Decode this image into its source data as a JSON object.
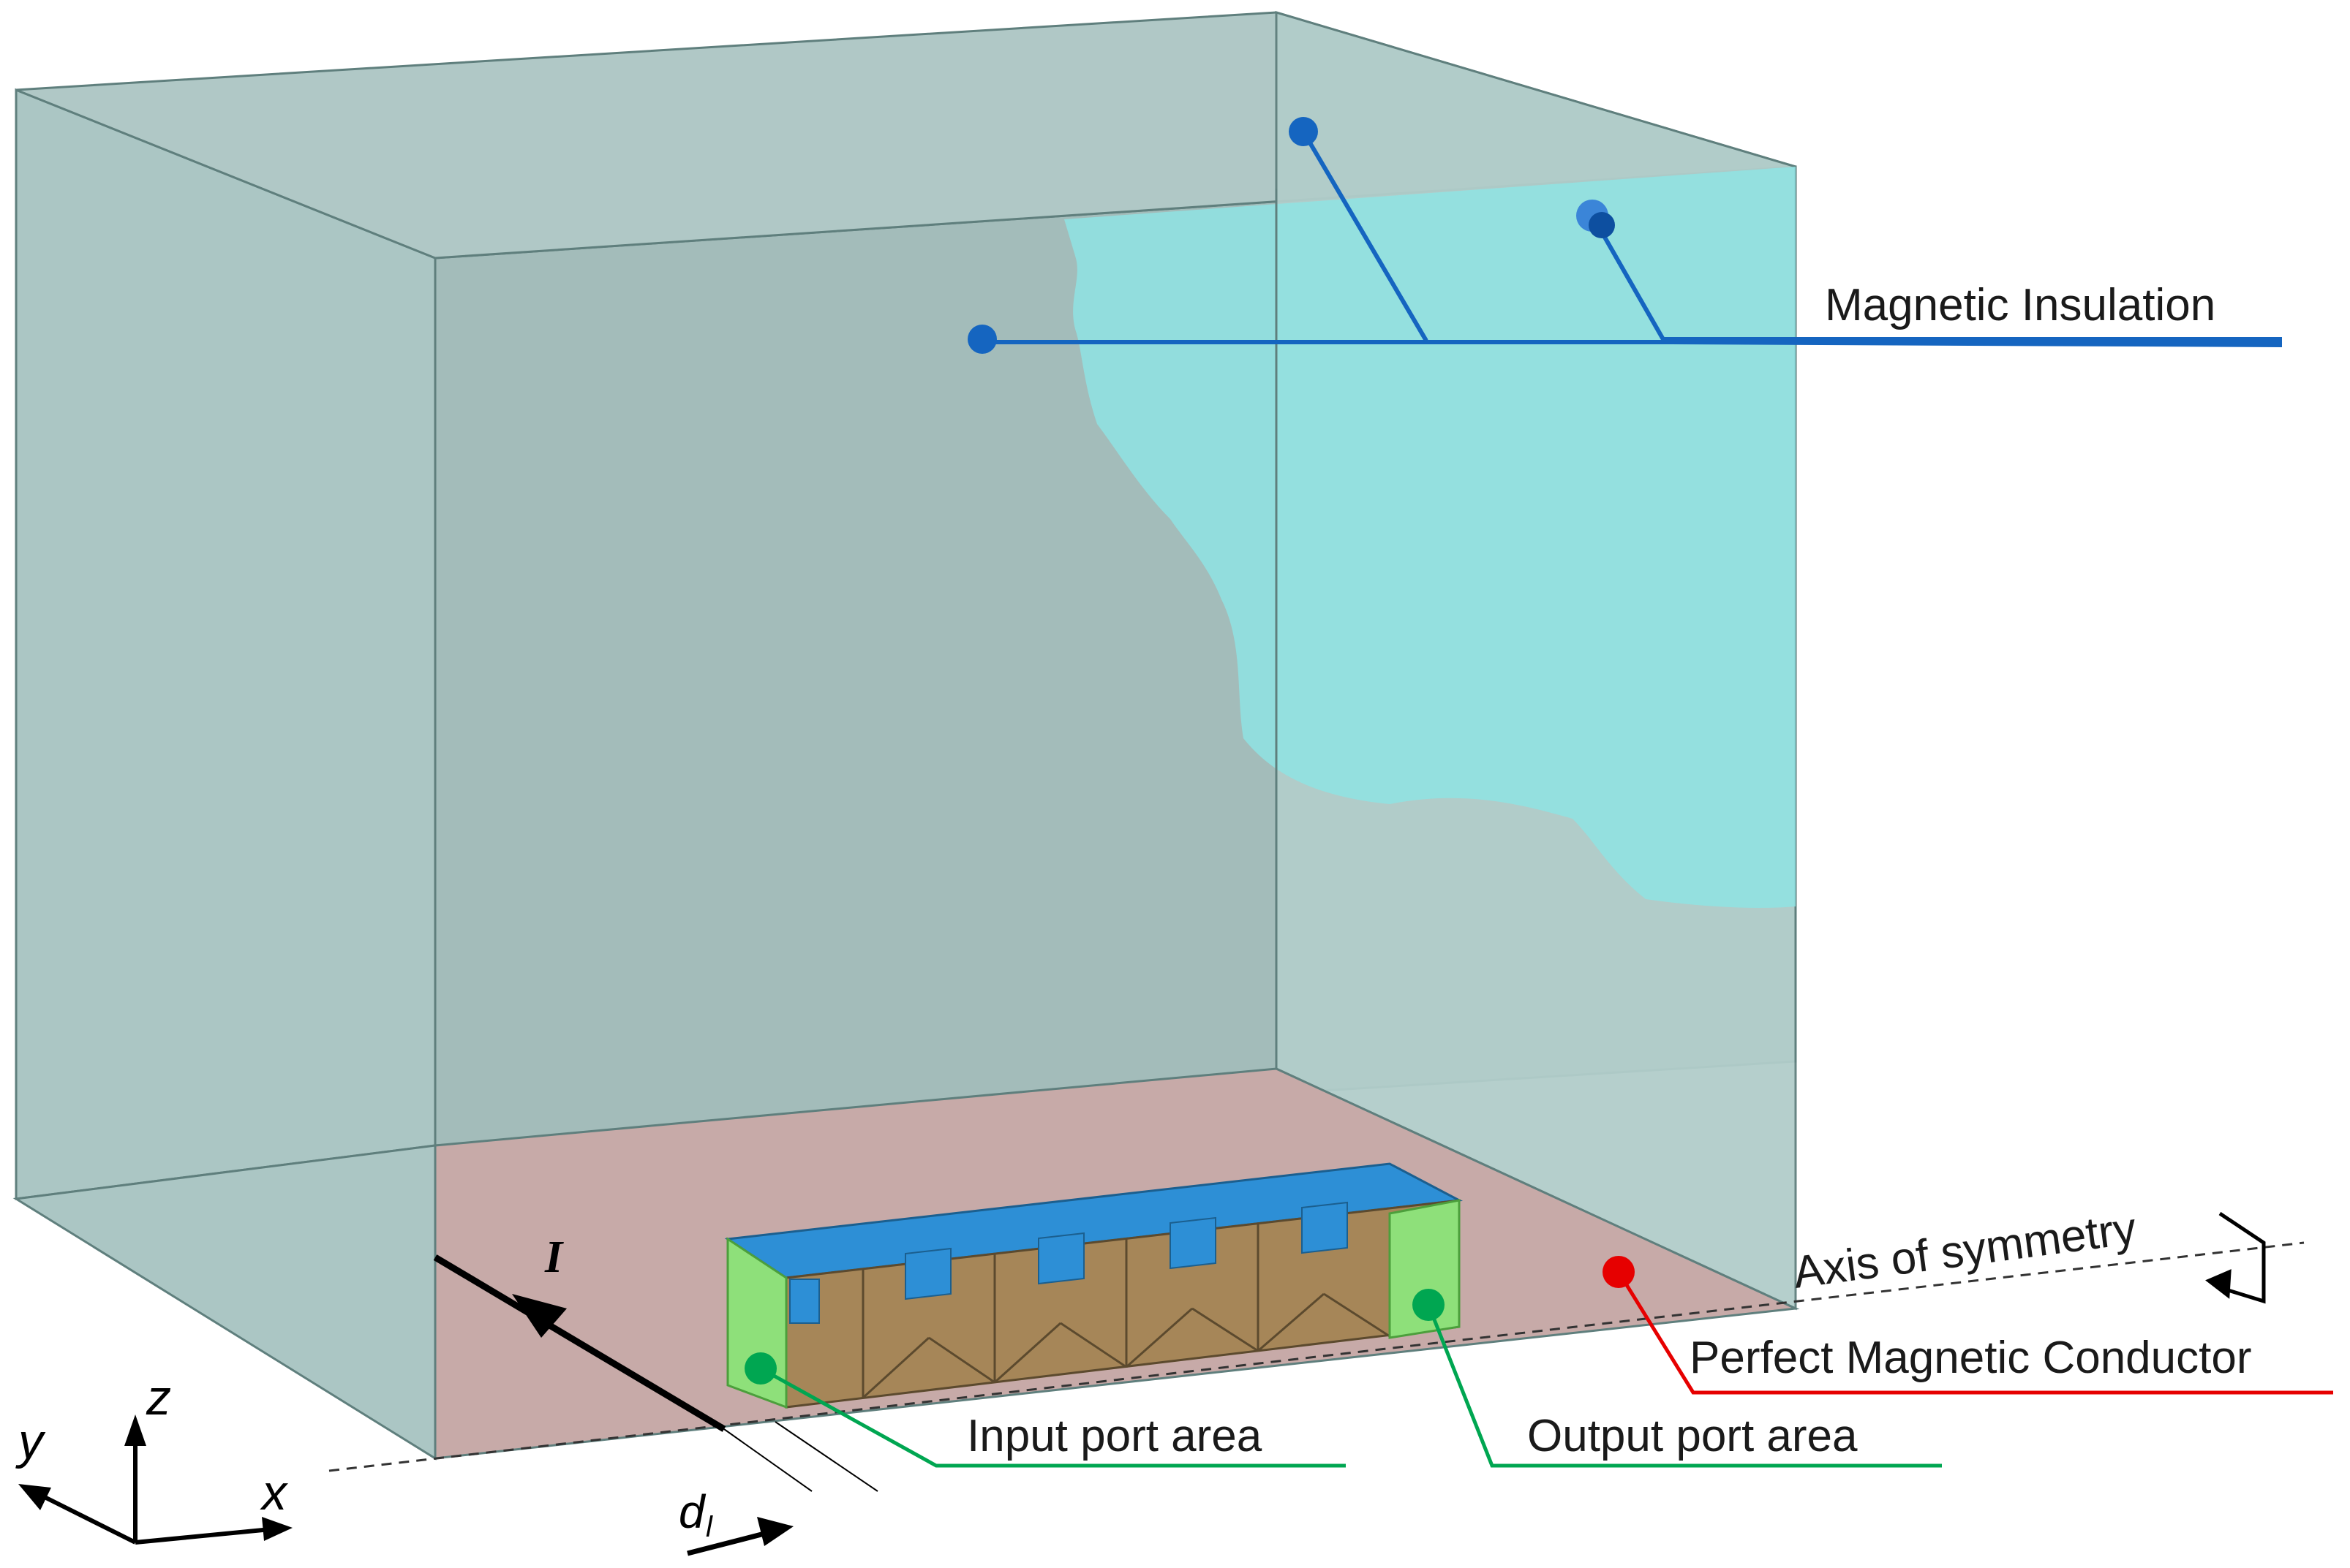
{
  "labels": {
    "magnetic_insulation": "Magnetic Insulation",
    "axis_of_symmetry": "Axis of symmetry",
    "perfect_magnetic_conductor": "Perfect Magnetic Conductor",
    "input_port_area": "Input port area",
    "output_port_area": "Output port area",
    "current": "I",
    "distance": "d",
    "distance_subscript": "l"
  },
  "axes": {
    "x": "x",
    "y": "y",
    "z": "z"
  },
  "colors": {
    "magnetic_insulation": "#1565c0",
    "perfect_magnetic_conductor": "#e60000",
    "port_area": "#00a651",
    "port_fill": "#8ee07a",
    "box_face": "#a9c6c3",
    "floor": "#c7aaa8",
    "highlight": "#8fe3e3",
    "core": "#a68658",
    "winding": "#2d8fd6"
  }
}
